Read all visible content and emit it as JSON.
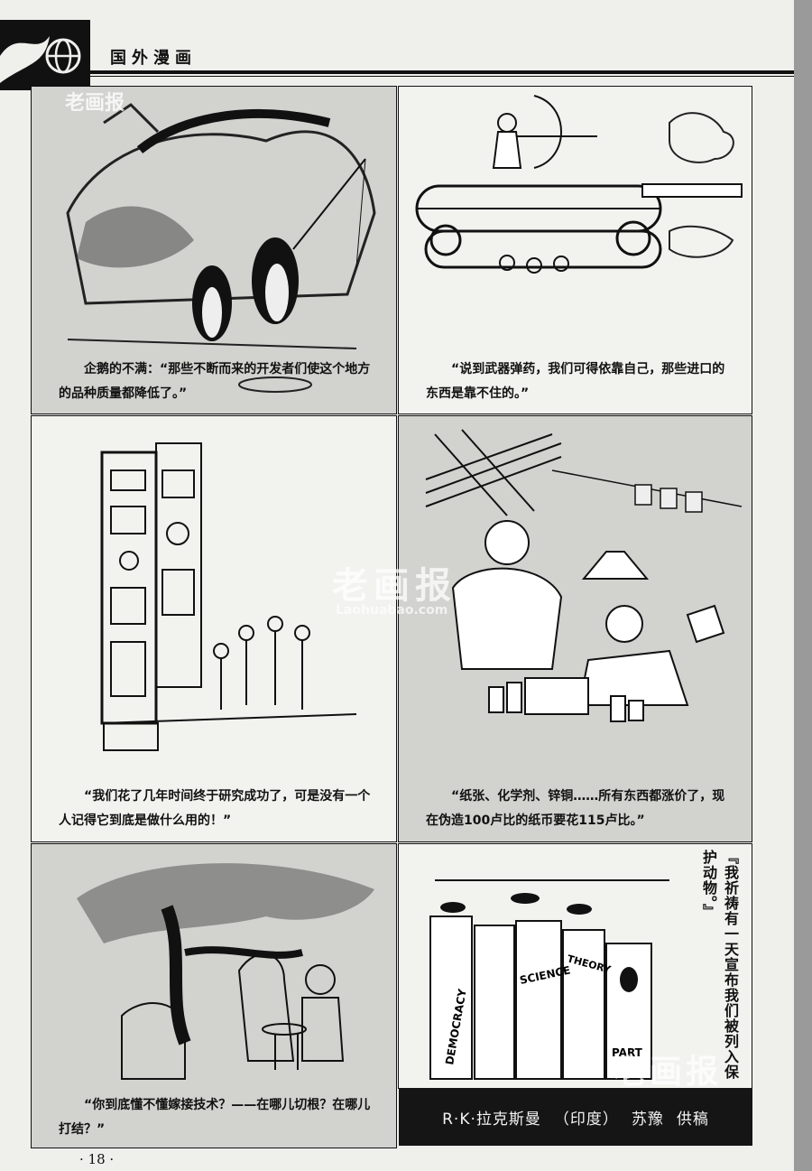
{
  "header": {
    "section_title": "国外漫画",
    "logo_icon": "globe-icon"
  },
  "panels": [
    {
      "id": "penguins",
      "caption": "企鹅的不满：“那些不断而来的开发者们使这个地方的品种质量都降低了。”"
    },
    {
      "id": "tank-archer",
      "caption": "“说到武器弹药，我们可得依靠自己，那些进口的东西是靠不住的。”"
    },
    {
      "id": "machine-tower",
      "caption": "“我们花了几年时间终于研究成功了，可是没有一个人记得它到底是做什么用的！”"
    },
    {
      "id": "counterfeit",
      "caption": "“纸张、化学剂、锌铜……所有东西都涨价了，现在伪造100卢比的纸币要花115卢比。”"
    },
    {
      "id": "grafting-tree",
      "caption": "“你到底懂不懂嫁接技术？——在哪儿切根？在哪儿打结？”"
    },
    {
      "id": "bookworms",
      "caption": "『我祈祷有一天宣布我们被列入保护动物。』",
      "book_labels": [
        "DEMOCRACY",
        "SCIENCE",
        "THEORY",
        "PART"
      ]
    }
  ],
  "credit": {
    "author": "R·K·拉克斯曼",
    "country": "（印度）",
    "contributor": "苏豫",
    "note": "供稿"
  },
  "page_number": "· 18 ·",
  "watermark": {
    "cn": "老画报",
    "url": "Laohuabao.com"
  }
}
